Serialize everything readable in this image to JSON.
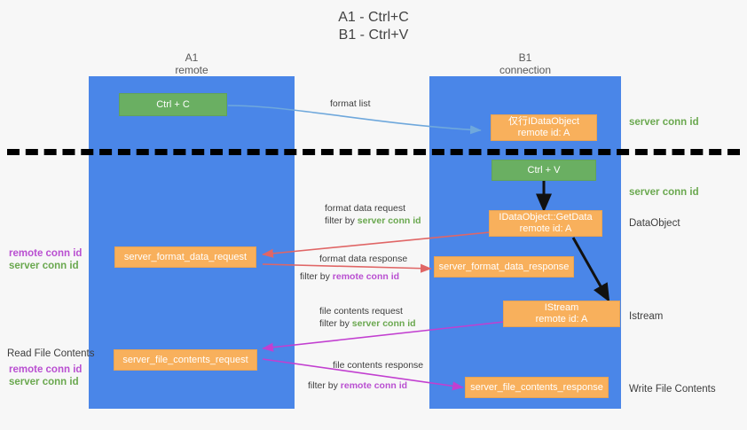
{
  "title": {
    "line1": "A1 - Ctrl+C",
    "line2": "B1 - Ctrl+V"
  },
  "lanes": [
    {
      "id": "a1",
      "name": "A1",
      "sub": "remote",
      "color": "#4a86e8"
    },
    {
      "id": "b1",
      "name": "B1",
      "sub": "connection",
      "color": "#4a86e8"
    }
  ],
  "colors": {
    "lane": "#4a86e8",
    "green_box": "#6aaf62",
    "orange_box": "#f8b05c",
    "server_conn_id": "#6aa84f",
    "remote_conn_id": "#b94fd1",
    "arrow_blue": "#6fa8dc",
    "arrow_red": "#e06666",
    "arrow_magenta": "#c23fd0",
    "arrow_black": "#000000",
    "text": "#434343"
  },
  "boxes": [
    {
      "id": "ctrl-c",
      "line1": "Ctrl + C",
      "line2": "",
      "style": "green"
    },
    {
      "id": "idataobject-top",
      "line1": "仅行IDataObject",
      "line2": "remote id: A",
      "style": "orange"
    },
    {
      "id": "ctrl-v",
      "line1": "Ctrl + V",
      "line2": "",
      "style": "green"
    },
    {
      "id": "getdata",
      "line1": "IDataObject::GetData",
      "line2": "remote id: A",
      "style": "orange"
    },
    {
      "id": "server-format-data-request",
      "line1": "server_format_data_request",
      "line2": "",
      "style": "orange"
    },
    {
      "id": "server-format-data-response",
      "line1": "server_format_data_response",
      "line2": "",
      "style": "orange"
    },
    {
      "id": "istream",
      "line1": "IStream",
      "line2": "remote id: A",
      "style": "orange"
    },
    {
      "id": "server-file-contents-request",
      "line1": "server_file_contents_request",
      "line2": "",
      "style": "orange"
    },
    {
      "id": "server-file-contents-response",
      "line1": "server_file_contents_response",
      "line2": "",
      "style": "orange"
    }
  ],
  "edge_labels": [
    {
      "id": "format-list",
      "text": "format list"
    },
    {
      "id": "format-data-request",
      "text": "format data request"
    },
    {
      "id": "format-data-request-filter-prefix",
      "text": "filter by "
    },
    {
      "id": "format-data-request-filter-key",
      "text": "server conn id"
    },
    {
      "id": "format-data-response",
      "text": "format data response"
    },
    {
      "id": "format-data-response-filter-prefix",
      "text": "filter by "
    },
    {
      "id": "format-data-response-filter-key",
      "text": "remote conn id"
    },
    {
      "id": "file-contents-request",
      "text": "file contents request"
    },
    {
      "id": "file-contents-request-filter-prefix",
      "text": "filter by "
    },
    {
      "id": "file-contents-request-filter-key",
      "text": "server conn id"
    },
    {
      "id": "file-contents-response",
      "text": "file contents response"
    },
    {
      "id": "file-contents-response-filter-prefix",
      "text": "filter by "
    },
    {
      "id": "file-contents-response-filter-key",
      "text": "remote conn id"
    }
  ],
  "right_captions": [
    {
      "id": "server-conn-id-1",
      "text": "server conn id",
      "kind": "green"
    },
    {
      "id": "server-conn-id-2",
      "text": "server conn id",
      "kind": "green"
    },
    {
      "id": "dataobject",
      "text": "DataObject",
      "kind": "plain"
    },
    {
      "id": "istream",
      "text": "Istream",
      "kind": "plain"
    },
    {
      "id": "write-file-contents",
      "text": "Write File Contents",
      "kind": "plain"
    }
  ],
  "left_captions": [
    {
      "id": "remote-conn-id-1",
      "text": "remote conn id",
      "kind": "magenta"
    },
    {
      "id": "server-conn-id-1",
      "text": "server conn id",
      "kind": "green"
    },
    {
      "id": "read-file-contents",
      "text": "Read File Contents",
      "kind": "plain"
    },
    {
      "id": "remote-conn-id-2",
      "text": "remote conn id",
      "kind": "magenta"
    },
    {
      "id": "server-conn-id-2",
      "text": "server conn id",
      "kind": "green"
    }
  ]
}
